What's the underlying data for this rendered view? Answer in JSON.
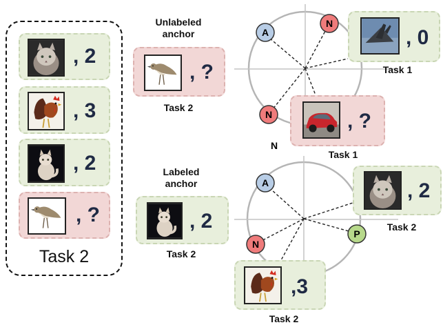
{
  "task_group": {
    "label": "Task 2",
    "items": [
      {
        "image": "cat-icon",
        "label": ", 2",
        "color": "#e8efdc"
      },
      {
        "image": "rooster-icon",
        "label": ", 3",
        "color": "#e8efdc"
      },
      {
        "image": "cat-icon",
        "label": ", 2",
        "color": "#e8efdc"
      },
      {
        "image": "bird-icon",
        "label": ", ?",
        "color": "#f2d7d6"
      }
    ]
  },
  "top": {
    "anchor_title": "Unlabeled\nanchor",
    "anchor_title_line1": "Unlabeled",
    "anchor_title_line2": "anchor",
    "anchor_label": ", ?",
    "anchor_task": "Task 2",
    "nodes": {
      "a": "A",
      "n1": "N",
      "n2": "N"
    },
    "below_n_text": "N",
    "sample_1": {
      "image": "airplane-icon",
      "label": ", 0",
      "task": "Task 1"
    },
    "sample_2": {
      "image": "car-icon",
      "label": ", ?",
      "task": "Task 1"
    }
  },
  "bottom": {
    "anchor_title_line1": "Labeled",
    "anchor_title_line2": "anchor",
    "anchor_label": ", 2",
    "anchor_task": "Task 2",
    "nodes": {
      "a": "A",
      "n": "N",
      "p": "P"
    },
    "sample_1": {
      "image": "cat-icon",
      "label": ", 2",
      "task": "Task 2"
    },
    "sample_2": {
      "image": "rooster-icon",
      "label": ",3",
      "task": "Task 2"
    }
  },
  "colors": {
    "green_card": "#e8efdc",
    "pink_card": "#f2d7d6",
    "node_a": "#b8cde6",
    "node_n": "#ef7b7b",
    "node_p": "#b7d98b",
    "circle": "#b5b5b5",
    "label_text": "#1f2a44"
  }
}
